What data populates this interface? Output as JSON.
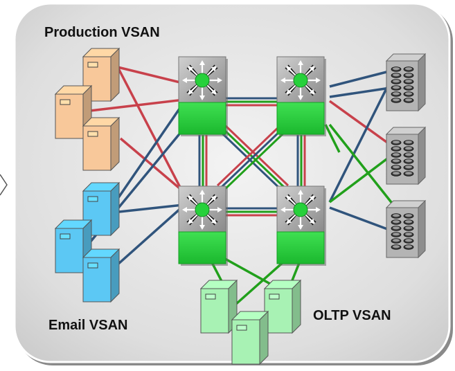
{
  "labels": {
    "production": "Production VSAN",
    "email": "Email VSAN",
    "oltp": "OLTP VSAN"
  },
  "colors": {
    "production_link": "#c8414b",
    "email_link": "#30547c",
    "oltp_link": "#21a01b",
    "production_server": "#f8c89a",
    "email_server": "#5cc8f4",
    "oltp_server": "#a8f2b4",
    "switch_body": "#27d13b",
    "switch_top": "#9a9a9a",
    "storage": "#b4b4b4",
    "panel": "#d9d9d9"
  },
  "icons": {
    "switch": "director-switch-icon",
    "server": "server-tower-icon",
    "storage": "disk-array-icon"
  }
}
